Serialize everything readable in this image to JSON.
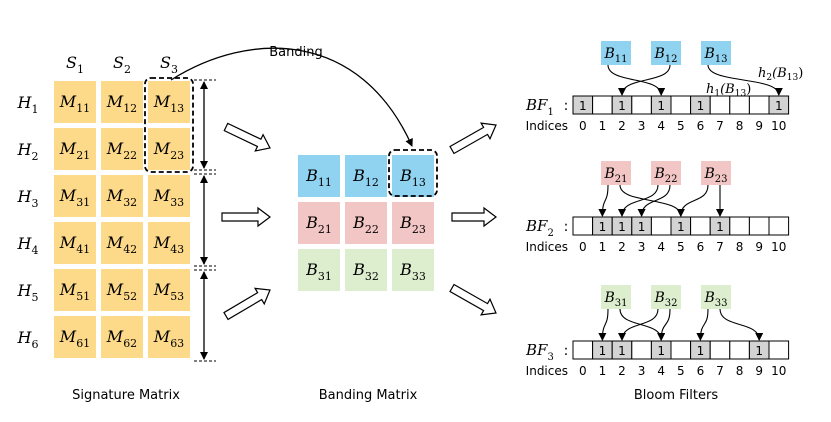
{
  "signature_matrix": {
    "caption": "Signature Matrix",
    "columns": [
      {
        "base": "S",
        "sub": "1"
      },
      {
        "base": "S",
        "sub": "2"
      },
      {
        "base": "S",
        "sub": "3"
      }
    ],
    "rows": [
      {
        "base": "H",
        "sub": "1"
      },
      {
        "base": "H",
        "sub": "2"
      },
      {
        "base": "H",
        "sub": "3"
      },
      {
        "base": "H",
        "sub": "4"
      },
      {
        "base": "H",
        "sub": "5"
      },
      {
        "base": "H",
        "sub": "6"
      }
    ],
    "cells": [
      [
        {
          "base": "M",
          "sub": "11"
        },
        {
          "base": "M",
          "sub": "12"
        },
        {
          "base": "M",
          "sub": "13"
        }
      ],
      [
        {
          "base": "M",
          "sub": "21"
        },
        {
          "base": "M",
          "sub": "22"
        },
        {
          "base": "M",
          "sub": "23"
        }
      ],
      [
        {
          "base": "M",
          "sub": "31"
        },
        {
          "base": "M",
          "sub": "32"
        },
        {
          "base": "M",
          "sub": "33"
        }
      ],
      [
        {
          "base": "M",
          "sub": "41"
        },
        {
          "base": "M",
          "sub": "42"
        },
        {
          "base": "M",
          "sub": "43"
        }
      ],
      [
        {
          "base": "M",
          "sub": "51"
        },
        {
          "base": "M",
          "sub": "52"
        },
        {
          "base": "M",
          "sub": "53"
        }
      ],
      [
        {
          "base": "M",
          "sub": "61"
        },
        {
          "base": "M",
          "sub": "62"
        },
        {
          "base": "M",
          "sub": "63"
        }
      ]
    ],
    "cell_color": "#FDD98A"
  },
  "banding_label": "Banding",
  "banding_matrix": {
    "caption": "Banding Matrix",
    "rows": [
      {
        "color": "#8FD3F0",
        "cells": [
          {
            "base": "B",
            "sub": "11"
          },
          {
            "base": "B",
            "sub": "12"
          },
          {
            "base": "B",
            "sub": "13"
          }
        ]
      },
      {
        "color": "#F3C6C6",
        "cells": [
          {
            "base": "B",
            "sub": "21"
          },
          {
            "base": "B",
            "sub": "22"
          },
          {
            "base": "B",
            "sub": "23"
          }
        ]
      },
      {
        "color": "#DDEECF",
        "cells": [
          {
            "base": "B",
            "sub": "31"
          },
          {
            "base": "B",
            "sub": "32"
          },
          {
            "base": "B",
            "sub": "33"
          }
        ]
      }
    ]
  },
  "bloom_filters": {
    "caption": "Bloom Filters",
    "indices_label": "Indices",
    "indices": [
      "0",
      "1",
      "2",
      "3",
      "4",
      "5",
      "6",
      "7",
      "8",
      "9",
      "10"
    ],
    "filters": [
      {
        "label": {
          "base": "BF",
          "sub": "1"
        },
        "bits": [
          1,
          0,
          1,
          0,
          1,
          0,
          1,
          0,
          0,
          0,
          1
        ],
        "items": [
          {
            "base": "B",
            "sub": "11"
          },
          {
            "base": "B",
            "sub": "12"
          },
          {
            "base": "B",
            "sub": "13"
          }
        ],
        "color": "#8FD3F0",
        "arrows": [
          [
            0,
            4
          ],
          [
            1,
            2
          ],
          [
            2,
            10
          ]
        ]
      },
      {
        "label": {
          "base": "BF",
          "sub": "2"
        },
        "bits": [
          0,
          1,
          1,
          1,
          0,
          1,
          0,
          1,
          0,
          0,
          0
        ],
        "items": [
          {
            "base": "B",
            "sub": "21"
          },
          {
            "base": "B",
            "sub": "22"
          },
          {
            "base": "B",
            "sub": "23"
          }
        ],
        "color": "#F3C6C6",
        "arrows": [
          [
            0,
            1
          ],
          [
            0,
            5
          ],
          [
            1,
            2
          ],
          [
            1,
            3
          ],
          [
            2,
            5
          ],
          [
            2,
            7
          ]
        ]
      },
      {
        "label": {
          "base": "BF",
          "sub": "3"
        },
        "bits": [
          0,
          1,
          1,
          0,
          1,
          0,
          1,
          0,
          0,
          1,
          0
        ],
        "items": [
          {
            "base": "B",
            "sub": "31"
          },
          {
            "base": "B",
            "sub": "32"
          },
          {
            "base": "B",
            "sub": "33"
          }
        ],
        "color": "#DDEECF",
        "arrows": [
          [
            0,
            1
          ],
          [
            0,
            4
          ],
          [
            1,
            2
          ],
          [
            1,
            4
          ],
          [
            2,
            6
          ],
          [
            2,
            9
          ]
        ]
      }
    ],
    "hash_labels": [
      {
        "base": "h",
        "sub": "1",
        "arg": "(B",
        "argsub": "13",
        "close": ")"
      },
      {
        "base": "h",
        "sub": "2",
        "arg": "(B",
        "argsub": "13",
        "close": ")"
      }
    ],
    "set_bit_text": "1",
    "colon": ":"
  }
}
